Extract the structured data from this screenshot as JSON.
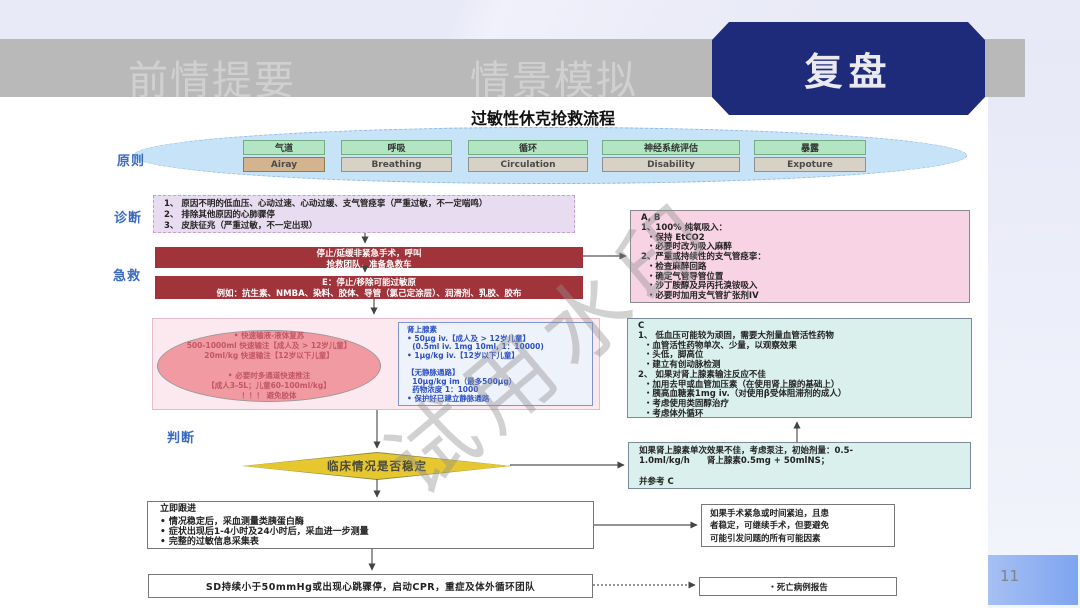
{
  "header": {
    "tab_prev": "前情提要",
    "tab_sim": "情景模拟",
    "tab_review": "复盘"
  },
  "slide": {
    "title": "过敏性休克抢救流程",
    "watermark": "试用水印",
    "page_number": "11"
  },
  "side_labels": {
    "principle": "原则",
    "diagnosis": "诊断",
    "rescue": "急救",
    "judgment": "判断"
  },
  "abcde": {
    "cn": [
      "气道",
      "呼吸",
      "循环",
      "神经系统评估",
      "暴露"
    ],
    "en": [
      "Airay",
      "Breathing",
      "Circulation",
      "Disability",
      "Expoture"
    ]
  },
  "diagnosis_box": {
    "lines": [
      "1、 原因不明的低血压、心动过速、心动过缓、支气管痉挛（严重过敏，不一定喘鸣）",
      "2、 排除其他原因的心肺骤停",
      "3、 皮肤征兆（严重过敏，不一定出现）"
    ]
  },
  "rescue_box1": {
    "lines": [
      "停止/延缓非紧急手术，呼叫",
      "抢救团队，准备急救车"
    ]
  },
  "rescue_box2": {
    "lines": [
      "E：停止/移除可能过敏原",
      "例如：抗生素、NMBA、染料、胶体、导管（氯己定涂层）、润滑剂、乳胶、胶布"
    ]
  },
  "fluid_ellipse": {
    "lines": [
      "• 快速输液-液体复苏",
      "500-1000ml 快速输注【成人及 > 12岁儿童】",
      "20ml/kg 快速输注【12岁以下儿童】",
      "",
      "• 必要时多通道快速推注",
      "【成人3-5L；儿童60-100ml/kg】",
      "！！！ 避免胶体"
    ]
  },
  "epinephrine_box": {
    "lines": [
      "肾上腺素",
      "• 50µg iv.【成人及 > 12岁儿童】",
      "  (0.5ml iv. 1mg 10ml, 1：10000)",
      "• 1µg/kg iv.【12岁以下儿童】",
      "",
      "【无静脉通路】",
      "  10µg/kg im（最多500µg）",
      "  药物浓度 1：1000",
      "• 保护好已建立静脉通路"
    ]
  },
  "ab_box": {
    "lines": [
      "A, B",
      "1、100% 纯氧吸入：",
      "  ・保持 EtCO2",
      "  ・必要时改为吸入麻醉",
      "2、严重或持续性的支气管痉挛：",
      "  ・检查麻醉回路",
      "  ・确定气管导管位置",
      "  ・沙丁胺醇及异丙托溴铵吸入",
      "  ・必要时加用支气管扩张剂IV"
    ]
  },
  "c_box": {
    "lines": [
      "C",
      "1、 低血压可能较为顽固，需要大剂量血管活性药物",
      "  ・血管活性药物单次、少量，以观察效果",
      "  ・头低，脚高位",
      "  ・建立有创动脉检测",
      "2、 如果对肾上腺素输注反应不佳",
      "  ・加用去甲或血管加压素（在使用肾上腺的基础上）",
      "  ・胰高血糖素1mg iv.（对使用β受体阻滞剂的成人）",
      "  ・考虑使用类固醇治疗",
      "  ・考虑体外循环"
    ]
  },
  "pump_box": {
    "lines": [
      "如果肾上腺素单次效果不佳，考虑泵注，初始剂量：0.5-",
      "1.0ml/kg/h　　肾上腺素0.5mg + 50mlNS；",
      "",
      "并参考 C"
    ]
  },
  "diamond": {
    "label": "临床情况是否稳定"
  },
  "followup_box": {
    "title": "立即跟进",
    "items": [
      "• 情况稳定后，采血测量类胰蛋白酶",
      "• 症状出现后1-4小时及24小时后，采血进一步测量",
      "• 完整的过敏信息采集表"
    ]
  },
  "cpr_box": {
    "text": "SD持续小于50mmHg或出现心跳骤停，启动CPR，重症及体外循环团队"
  },
  "surgery_box": {
    "lines": [
      "如果手术紧急或时间紧迫，且患",
      "者稳定，可继续手术，但要避免",
      "可能引发问题的所有可能因素"
    ]
  },
  "death_box": {
    "text": "・死亡病例报告"
  },
  "colors": {
    "tab_active": "#1e2b7b",
    "banner": "#b9b9ba",
    "rescue_red": "#a1333a",
    "diamond_yellow": "#e6c72f",
    "page_square": "#7fa4ef"
  }
}
